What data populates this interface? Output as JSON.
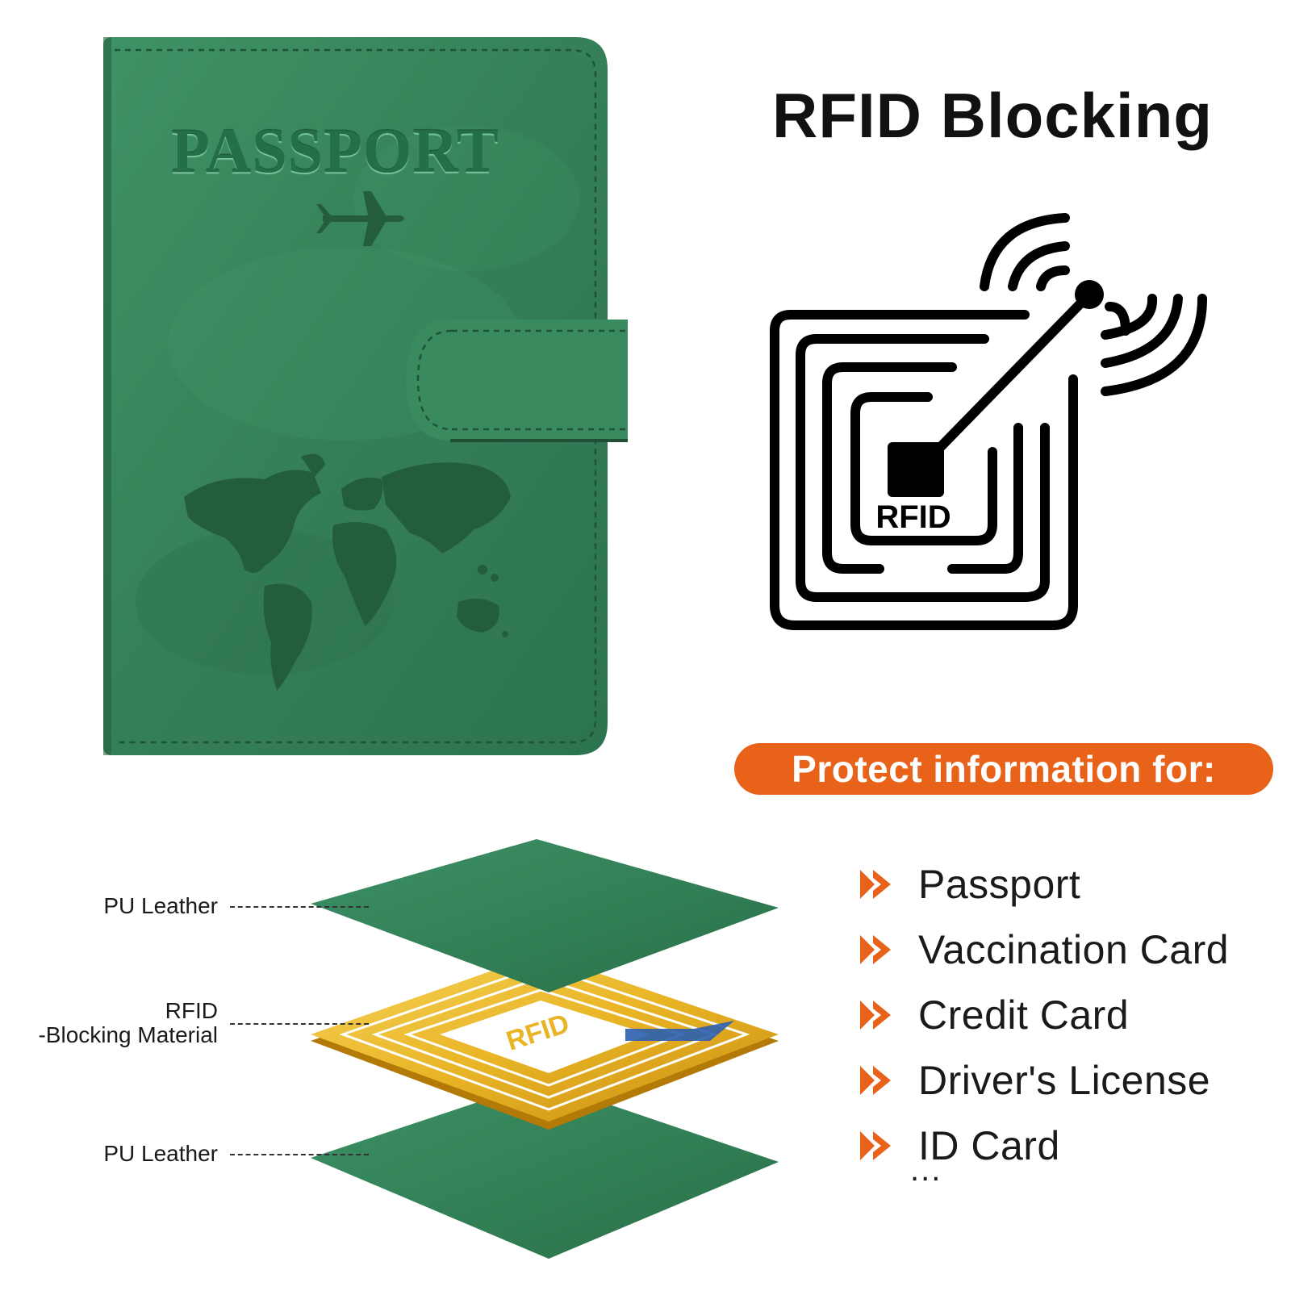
{
  "passport": {
    "title": "PASSPORT",
    "plane_icon": "airplane-icon",
    "map_icon": "world-map-icon",
    "color": "#3b8a5e"
  },
  "heading": "RFID Blocking",
  "rfid_logo": {
    "label": "RFID",
    "icon": "rfid-chip-icon"
  },
  "banner": {
    "text": "Protect information for:",
    "color": "#e8621a"
  },
  "protect_items": [
    {
      "label": "Passport",
      "icon": "double-chevron-right-icon"
    },
    {
      "label": "Vaccination Card",
      "icon": "double-chevron-right-icon"
    },
    {
      "label": "Credit Card",
      "icon": "double-chevron-right-icon"
    },
    {
      "label": "Driver's License",
      "icon": "double-chevron-right-icon"
    },
    {
      "label": "ID Card",
      "icon": "double-chevron-right-icon"
    }
  ],
  "ellipsis": "...",
  "layers": {
    "top_label": "PU Leather",
    "middle_label_line1": "RFID",
    "middle_label_line2": "-Blocking Material",
    "middle_text": "RFID",
    "bottom_label": "PU Leather",
    "leather_color": "#2f7d55",
    "gold_color": "#e9b526"
  }
}
